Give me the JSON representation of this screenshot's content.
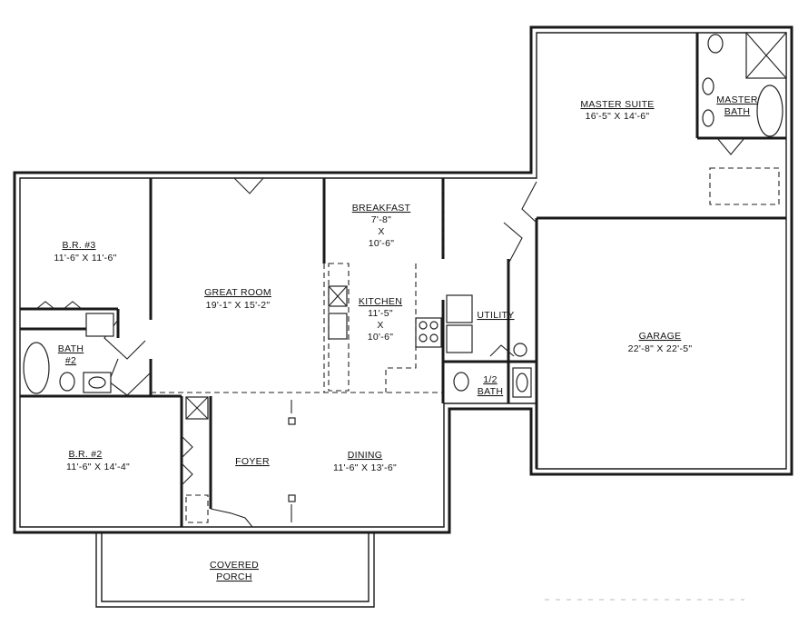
{
  "rooms": {
    "master_suite": {
      "name": "MASTER SUITE",
      "dims": "16'-5\" X 14'-6\""
    },
    "master_bath": {
      "line1": "MASTER",
      "line2": "BATH"
    },
    "br3": {
      "name": "B.R. #3",
      "dims": "11'-6\" X 11'-6\""
    },
    "great_room": {
      "name": "GREAT ROOM",
      "dims": "19'-1\" X 15'-2\""
    },
    "breakfast": {
      "name": "BREAKFAST",
      "dim1": "7'-8\"",
      "x": "X",
      "dim2": "10'-6\""
    },
    "kitchen": {
      "name": "KITCHEN",
      "dim1": "11'-5\"",
      "x": "X",
      "dim2": "10'-6\""
    },
    "utility": {
      "name": "UTILITY"
    },
    "garage": {
      "name": "GARAGE",
      "dims": "22'-8\" X 22'-5\""
    },
    "bath2": {
      "line1": "BATH",
      "line2": "#2"
    },
    "half_bath": {
      "line1": "1/2",
      "line2": "BATH"
    },
    "br2": {
      "name": "B.R. #2",
      "dims": "11'-6\" X 14'-4\""
    },
    "foyer": {
      "name": "FOYER"
    },
    "dining": {
      "name": "DINING",
      "dims": "11'-6\" X 13'-6\""
    },
    "porch": {
      "line1": "COVERED",
      "line2": "PORCH"
    }
  }
}
